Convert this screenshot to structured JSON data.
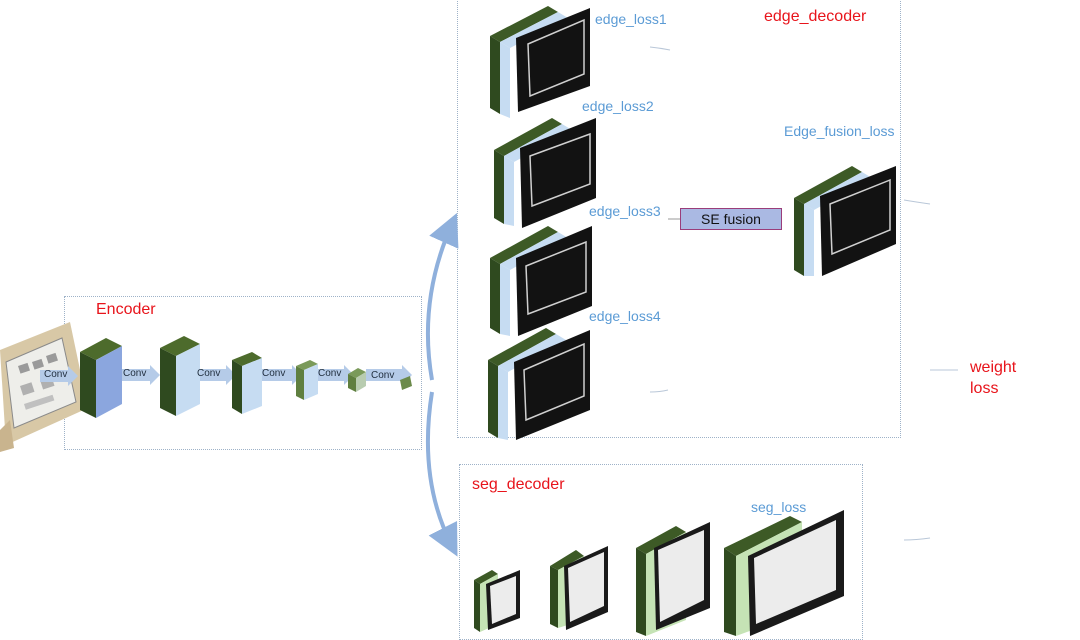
{
  "encoder": {
    "title": "Encoder",
    "conv_labels": [
      "Conv",
      "Conv",
      "Conv",
      "Conv",
      "Conv",
      "Conv"
    ]
  },
  "edge_decoder": {
    "title": "edge_decoder",
    "loss_labels": [
      "edge_loss1",
      "edge_loss2",
      "edge_loss3",
      "edge_loss4"
    ],
    "fusion_module": "SE fusion",
    "fusion_loss": "Edge_fusion_loss"
  },
  "seg_decoder": {
    "title": "seg_decoder",
    "loss_label": "seg_loss"
  },
  "weight_loss": {
    "line1": "weight",
    "line2": "loss"
  },
  "colors": {
    "title_red": "#e8141b",
    "loss_blue": "#5b9bd5",
    "feature_dark_green": "#2f4a1f",
    "feature_light_blue": "#c6dcf2",
    "feature_light_green": "#c5e3b5",
    "edge_map_black": "#121212",
    "se_box_fill": "#aab9e3",
    "arrow_blue": "#8fb0dc"
  }
}
